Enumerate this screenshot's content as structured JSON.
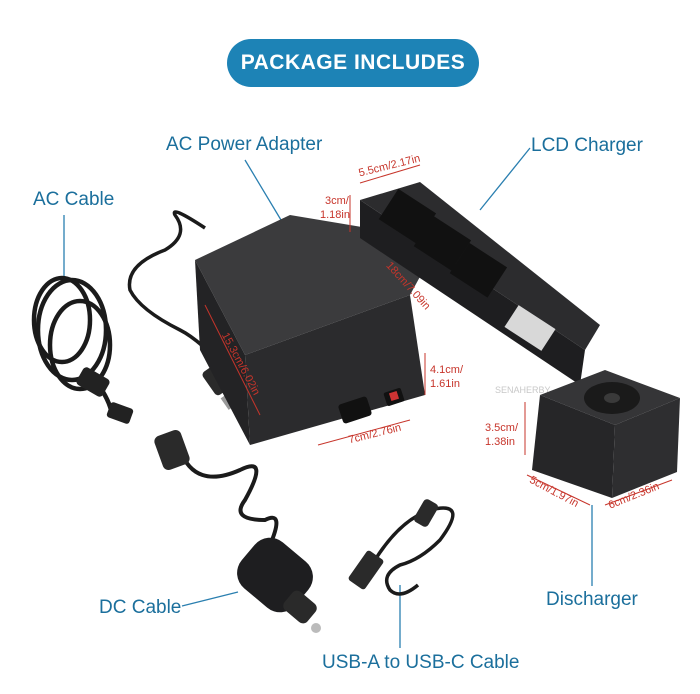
{
  "header": {
    "title": "PACKAGE INCLUDES"
  },
  "items": {
    "ac_adapter": "AC Power Adapter",
    "lcd_charger": "LCD Charger",
    "ac_cable": "AC Cable",
    "dc_cable": "DC Cable",
    "usb_cable": "USB-A to USB-C Cable",
    "discharger": "Discharger"
  },
  "dimensions": {
    "charger_width": "5.5cm/2.17in",
    "charger_height_a": "3cm/",
    "charger_height_b": "1.18in",
    "charger_length": "18cm/7.09in",
    "adapter_length": "15.3cm/6.02in",
    "adapter_height_a": "4.1cm/",
    "adapter_height_b": "1.61in",
    "adapter_width": "7cm/2.76in",
    "discharger_height_a": "3.5cm/",
    "discharger_height_b": "1.38in",
    "discharger_depth": "5cm/1.97in",
    "discharger_width": "6cm/2.36in"
  },
  "watermark": "SENAHERBY",
  "colors": {
    "accent": "#1d83b6",
    "label": "#1b6f9c",
    "dimension": "#c7352b"
  }
}
